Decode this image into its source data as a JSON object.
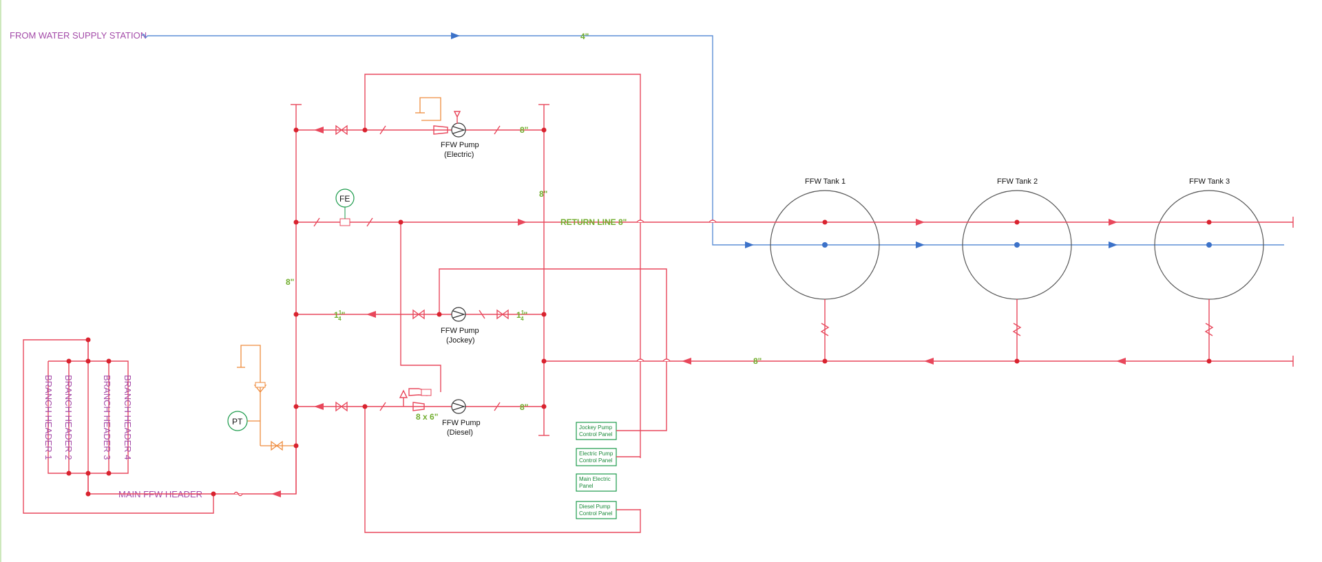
{
  "supply": {
    "label": "FROM WATER SUPPLY STATION",
    "size": "4\""
  },
  "tanks": [
    "FFW Tank 1",
    "FFW Tank 2",
    "FFW Tank 3"
  ],
  "pumps": {
    "electric": {
      "name": "FFW Pump",
      "type": "(Electric)"
    },
    "jockey": {
      "name": "FFW Pump",
      "type": "(Jockey)"
    },
    "diesel": {
      "name": "FFW Pump",
      "type": "(Diesel)"
    }
  },
  "instruments": {
    "flow": "FE",
    "pressure": "PT"
  },
  "pipe_sizes": {
    "discharge_electric": "8\"",
    "manifold": "8\"",
    "return_line": "RETURN LINE 8\"",
    "riser": "8\"",
    "jockey_in": "1",
    "jockey_out": "1",
    "fraction_num": "1",
    "fraction_den": "4",
    "inch": "\"",
    "diesel_out": "8\"",
    "reducer": "8 x 6\"",
    "tank_suction": "8\""
  },
  "headers": {
    "main": "MAIN FFW HEADER",
    "branches": [
      "BRANCH HEADER 1",
      "BRANCH HEADER 2",
      "BRANCH HEADER 3",
      "BRANCH HEADER 4"
    ]
  },
  "panels": [
    {
      "line1": "Jockey Pump",
      "line2": "Control Panel"
    },
    {
      "line1": "Electric Pump",
      "line2": "Control Panel"
    },
    {
      "line1": "Main Electric",
      "line2": "Panel"
    },
    {
      "line1": "Diesel Pump",
      "line2": "Control Panel"
    }
  ],
  "colors": {
    "fire_water": "#e8475b",
    "supply_water": "#5b8ed6",
    "labels": "#70ad2c",
    "headers": "#a34aa8",
    "panels": "#1a9a4a"
  }
}
